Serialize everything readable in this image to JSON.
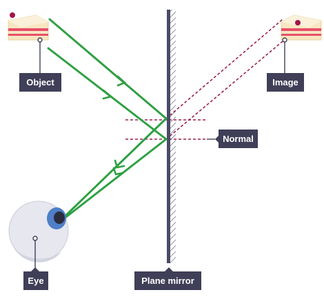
{
  "labels": {
    "object": "Object",
    "image": "Image",
    "normal": "Normal",
    "eye": "Eye",
    "mirror": "Plane mirror"
  },
  "colors": {
    "ray": "#2ea043",
    "virtual_ray": "#9c1f4f",
    "normal_line": "#9c1f4f",
    "mirror": "#4a4a68",
    "label_bg": "#3f3f58",
    "leader": "#3f3f58",
    "cake_sponge": "#f6e7c1",
    "cake_jam": "#e7506a",
    "cake_cherry": "#a3154a",
    "eye_white": "#e6e7ef",
    "eye_iris": "#4f7fc8",
    "eye_pupil": "#2c2c3e"
  }
}
